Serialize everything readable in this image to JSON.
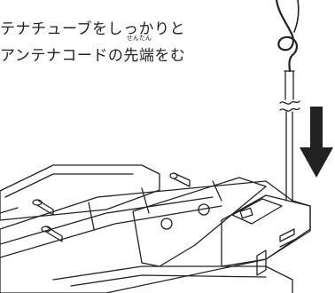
{
  "instruction": {
    "line1": "テナチューブをしっかりと",
    "line2_before": "アンテナコードの",
    "line2_ruby_base": "先端",
    "line2_ruby_reading": "せんたん",
    "line2_after": "をむ"
  },
  "illustration": {
    "subject": "antenna-cord-insertion",
    "stroke_color": "#222222",
    "arrow_color": "#222222"
  }
}
